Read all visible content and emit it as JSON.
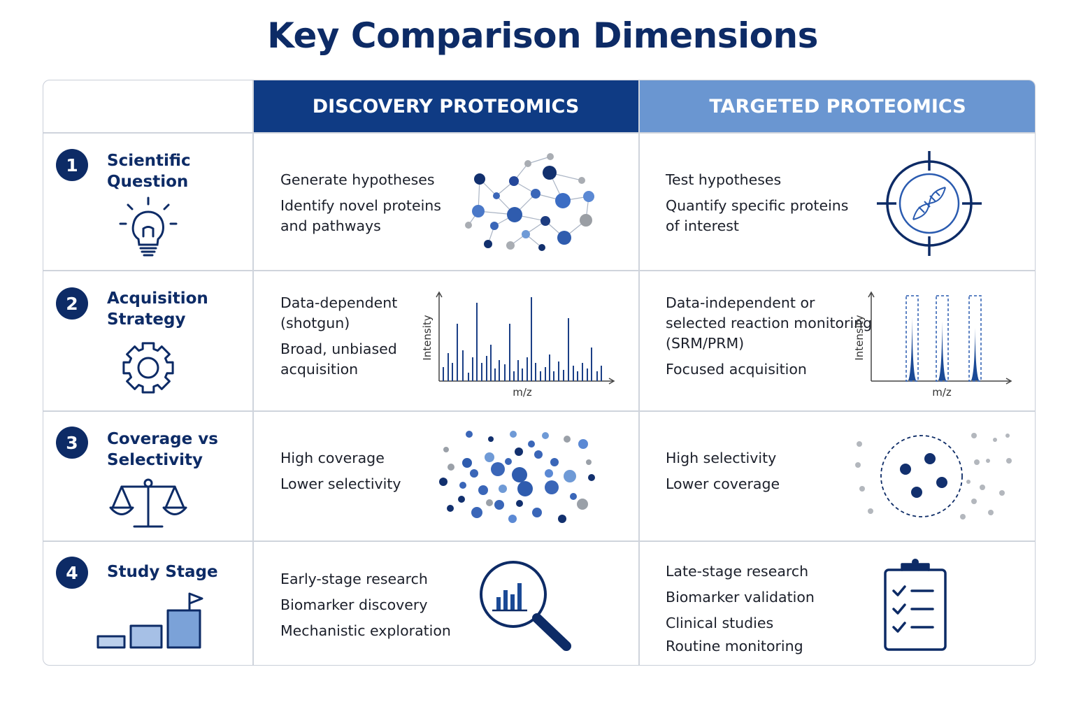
{
  "title": "Key Comparison Dimensions",
  "columns": {
    "discovery": "DISCOVERY PROTEOMICS",
    "targeted": "TARGETED PROTEOMICS"
  },
  "colors": {
    "navy": "#0d2b66",
    "discovery_header": "#0f3b84",
    "targeted_header": "#6a96d1"
  },
  "rows": [
    {
      "number": "1",
      "label_lines": [
        "Scientific",
        "Question"
      ],
      "icon": "lightbulb-icon",
      "discovery": [
        "Generate hypotheses",
        "Identify novel proteins",
        "and pathways"
      ],
      "discovery_icon": "protein-network-icon",
      "targeted": [
        "Test hypotheses",
        "Quantify specific proteins",
        "of interest"
      ],
      "targeted_icon": "target-crosshair-icon"
    },
    {
      "number": "2",
      "label_lines": [
        "Acquisition",
        "Strategy"
      ],
      "icon": "gear-icon",
      "discovery": [
        "Data-dependent",
        "(shotgun)",
        "Broad, unbiased",
        "acquisition"
      ],
      "discovery_chart": {
        "ylabel": "Intensity",
        "xlabel": "m/z"
      },
      "targeted": [
        "Data-independent or",
        "selected reaction monitoring",
        "(SRM/PRM)",
        "Focused acquisition"
      ],
      "targeted_chart": {
        "ylabel": "Intensity",
        "xlabel": "m/z"
      }
    },
    {
      "number": "3",
      "label_lines": [
        "Coverage vs",
        "Selectivity"
      ],
      "icon": "balance-scale-icon",
      "discovery": [
        "High coverage",
        "Lower selectivity"
      ],
      "discovery_icon": "dense-dot-cloud-icon",
      "targeted": [
        "High selectivity",
        "Lower coverage"
      ],
      "targeted_icon": "selected-dots-circle-icon"
    },
    {
      "number": "4",
      "label_lines": [
        "Study Stage"
      ],
      "icon": "stage-steps-flag-icon",
      "discovery": [
        "Early-stage research",
        "Biomarker discovery",
        "Mechanistic exploration"
      ],
      "discovery_icon": "magnifier-chart-icon",
      "targeted": [
        "Late-stage research",
        "Biomarker validation",
        "Clinical studies",
        "Routine monitoring"
      ],
      "targeted_icon": "clipboard-checklist-icon"
    }
  ]
}
